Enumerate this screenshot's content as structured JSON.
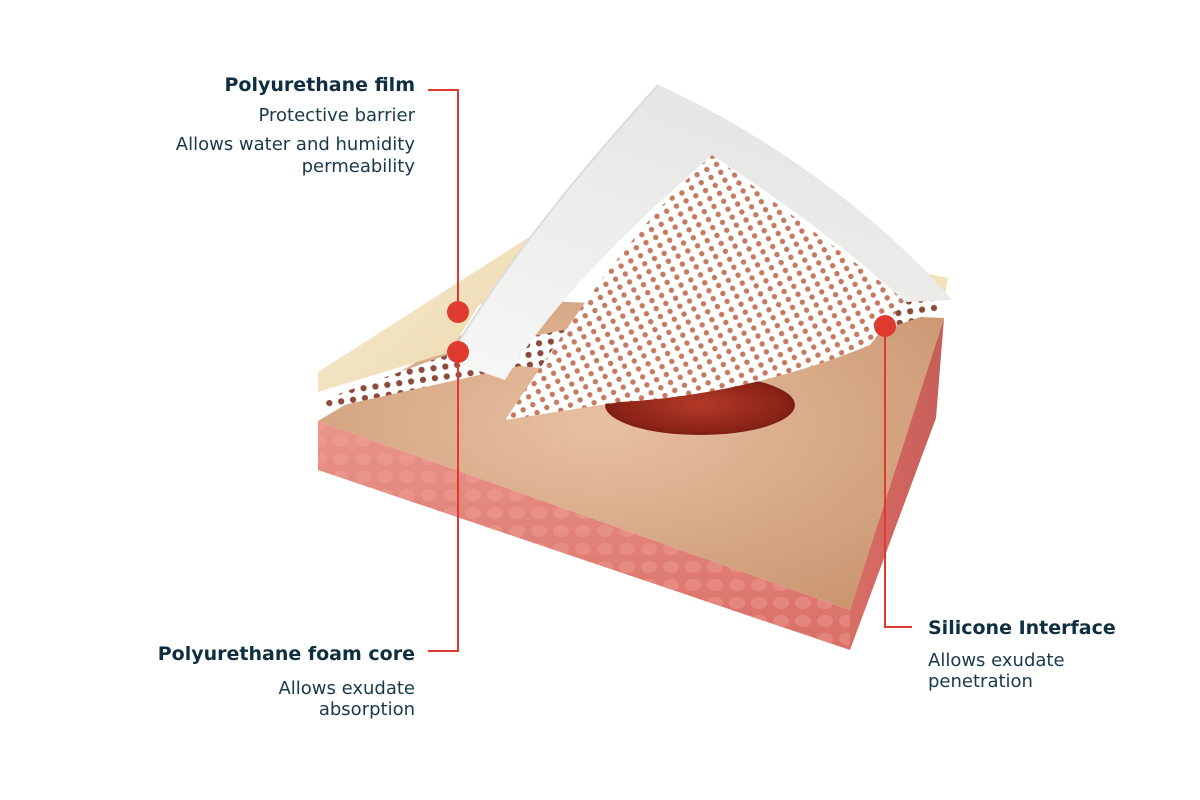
{
  "labels": {
    "film": {
      "title": "Polyurethane film",
      "line1": "Protective barrier",
      "line2": "Allows water and humidity",
      "line3": "permeability"
    },
    "foam": {
      "title": "Polyurethane foam core",
      "line1": "Allows exudate",
      "line2": "absorption"
    },
    "silicone": {
      "title": "Silicone Interface",
      "line1": "Allows exudate",
      "line2": "penetration"
    }
  },
  "colors": {
    "callout": "#e03a2f",
    "text": "#17394a",
    "skin_side": "#e5847a",
    "skin_top": "#d9a988",
    "foam": "#f3e3c0",
    "film": "#f2f2f0",
    "wound": "#9b2a1c"
  }
}
